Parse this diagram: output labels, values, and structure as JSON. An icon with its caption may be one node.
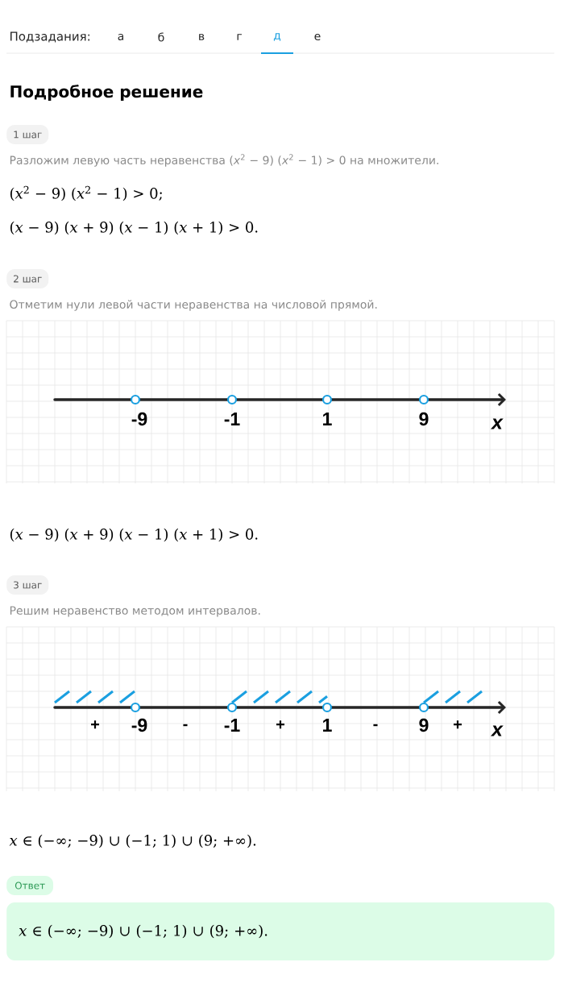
{
  "diagram": {
    "title": "Подробное решение",
    "nodes": [
      {
        "text": [
          "1 шаг"
        ]
      },
      {
        "text": [
          "2 шаг"
        ]
      },
      {
        "text": [
          "3 шаг"
        ]
      },
      {
        "text": [
          "Ответ"
        ]
      },
      {
        "text": [
          "*x* ∈ (−∞;  −9) ∪ (−1;  1) ∪ (9;  +∞)."
        ]
      }
    ],
    "labels": [
      "Подзадания:",
      "а",
      "б",
      "в",
      "г",
      "д",
      "е",
      "Разложим левую часть неравенства (*x*$^{2}$ − 9) (*x*$^{2}$ − 1)  >  0 на множители.",
      "(*x*$^{2}$ − 9) (*x*$^{2}$ − 1)  >  0;",
      "(*x* − 9) (*x* + 9) (*x* − 1) (*x* + 1)  >  0.",
      "Отметим нули левой части неравенства на числовой прямой.",
      "-9",
      "-1",
      "1",
      "9",
      "x",
      "(*x* − 9) (*x* + 9) (*x* − 1) (*x* + 1)  >  0.",
      "Решим неравенство методом интервалов.",
      "+",
      "-9",
      "-",
      "-1",
      "+",
      "1",
      "-",
      "9",
      "+",
      "x",
      "*x* ∈ (−∞;  −9) ∪ (−1;  1) ∪ (9;  +∞)."
    ]
  }
}
